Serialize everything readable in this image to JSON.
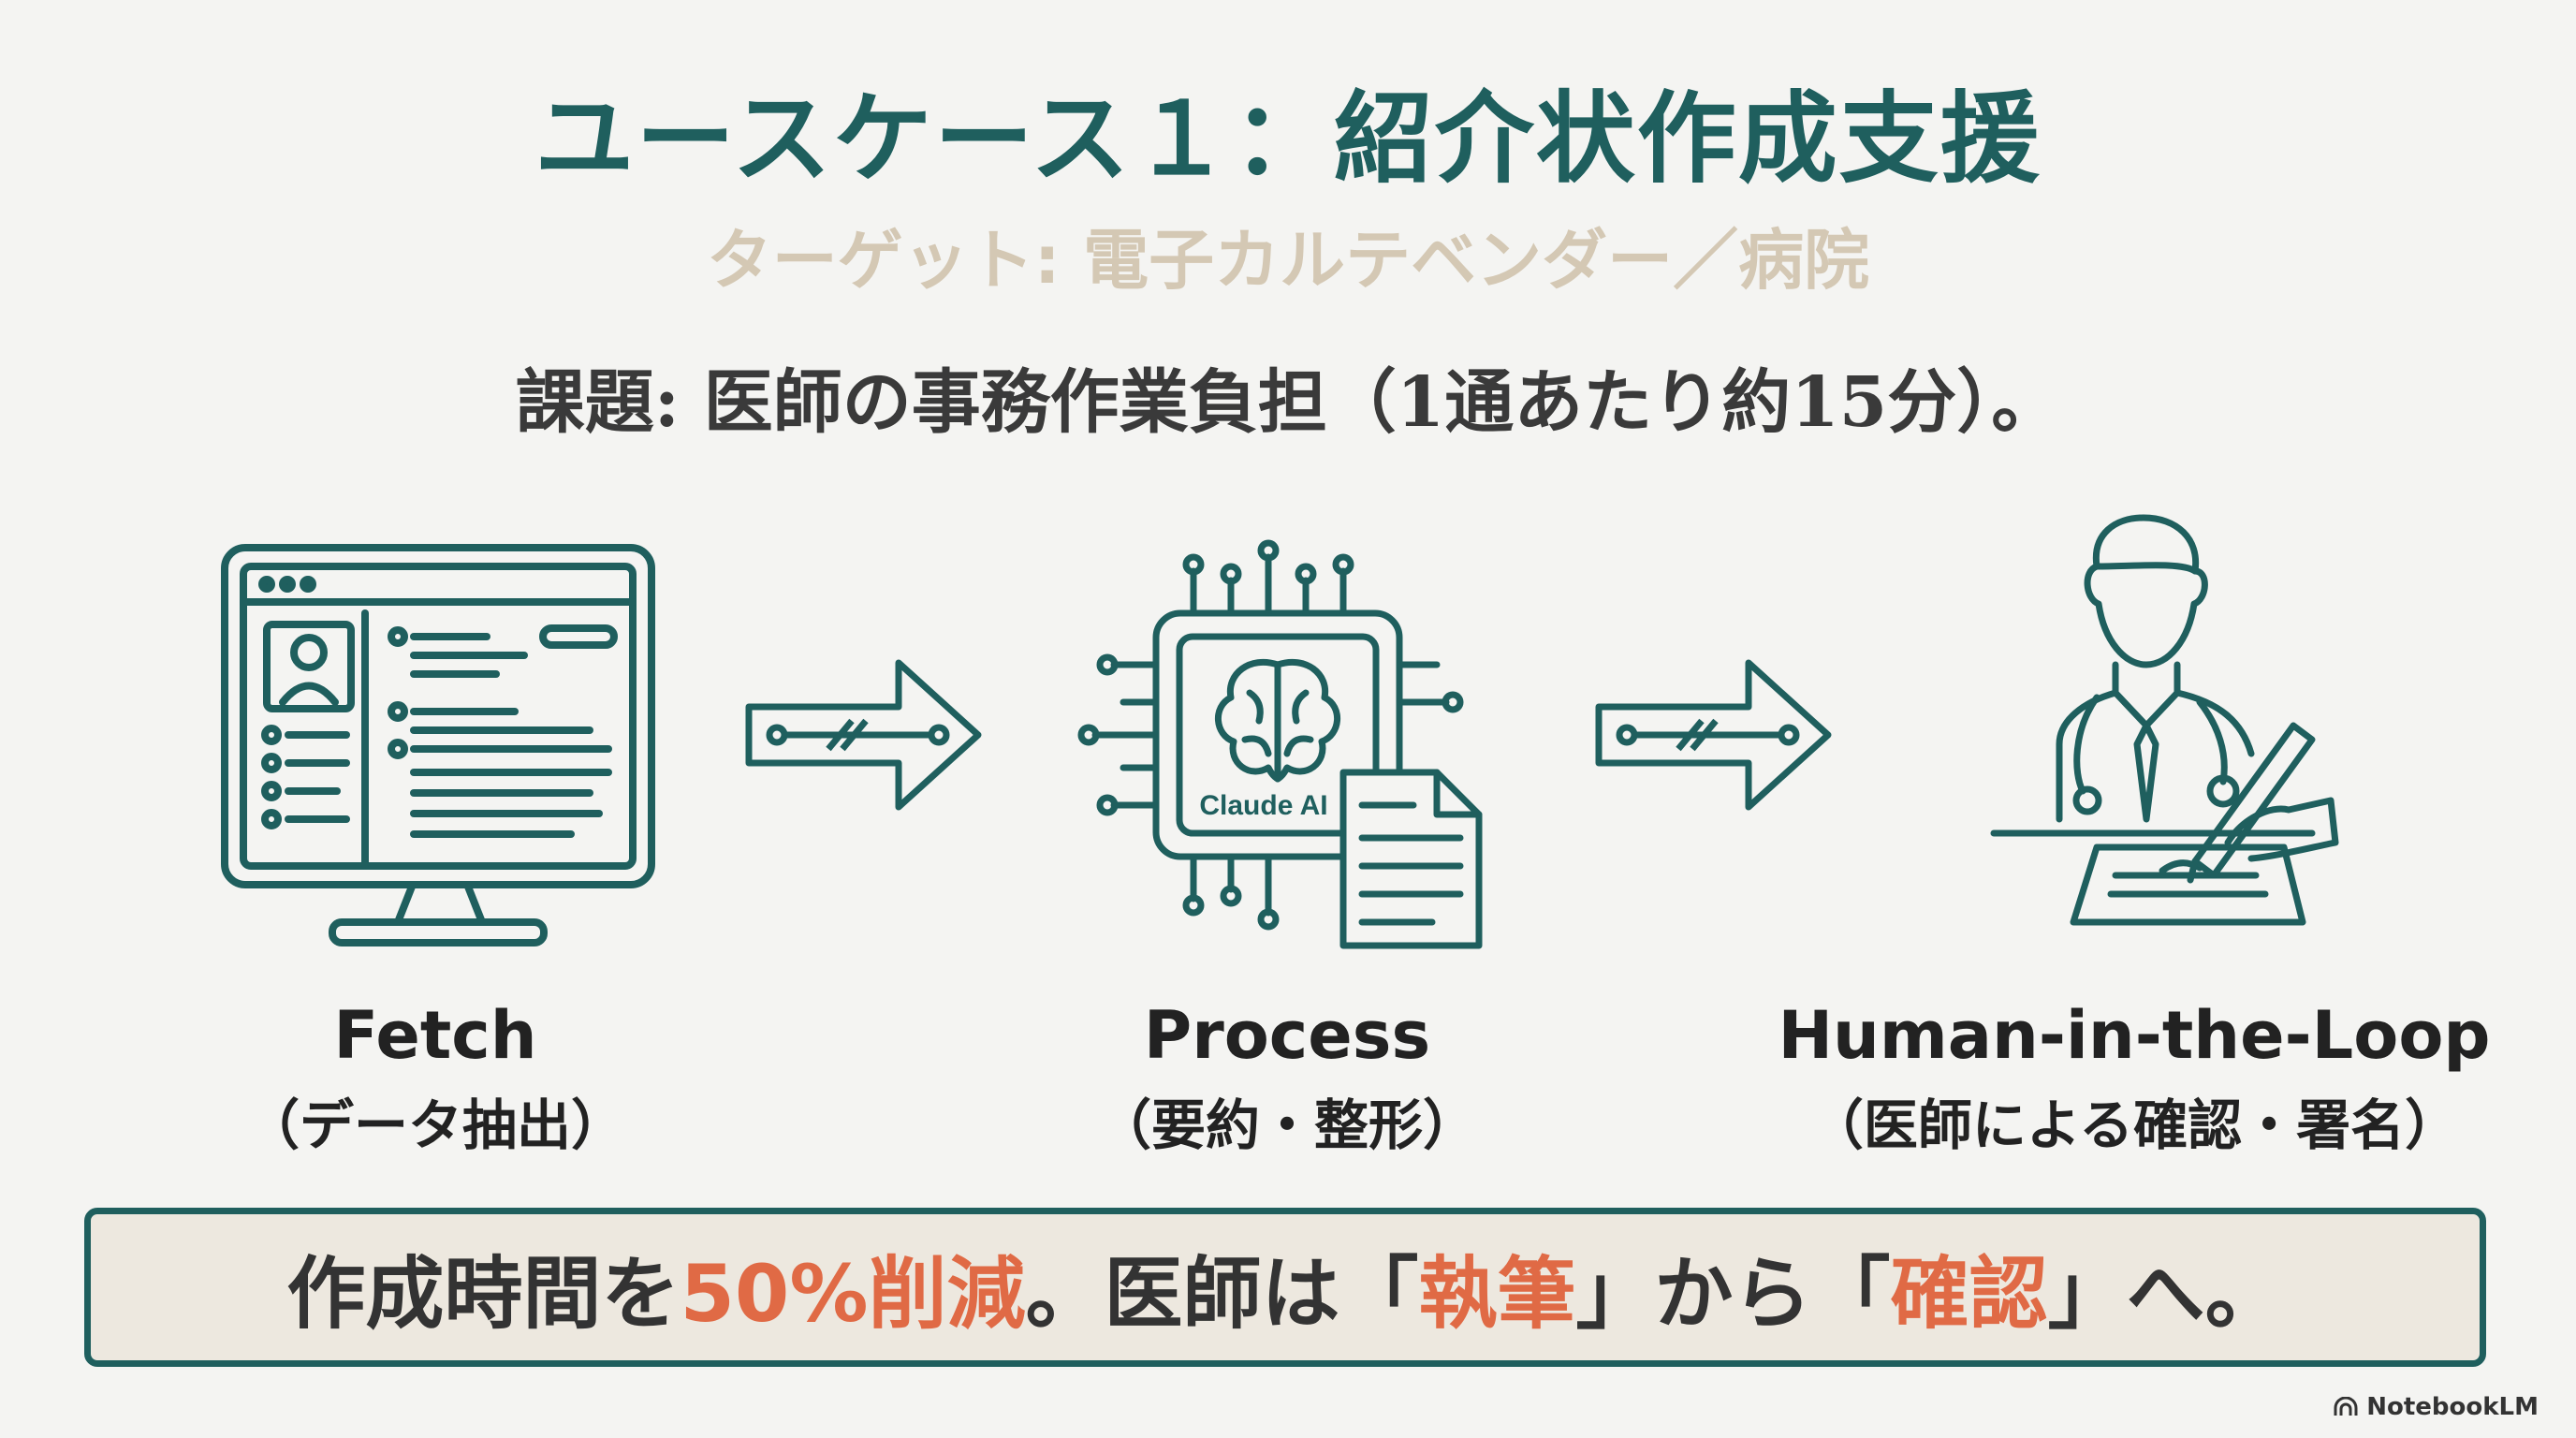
{
  "title": "ユースケース１：紹介状作成支援",
  "subtitle": "ターゲット: 電子カルテベンダー／病院",
  "issue": "課題: 医師の事務作業負担（1通あたり約15分）。",
  "steps": [
    {
      "label": "Fetch",
      "sub": "（データ抽出）"
    },
    {
      "label": "Process",
      "sub": "（要約・整形）"
    },
    {
      "label": "Human-in-the-Loop",
      "sub": "（医師による確認・署名）"
    }
  ],
  "chip_text": "Claude AI",
  "result": {
    "p1": "作成時間を",
    "hl1": "50%削減",
    "p2": "。医師は「",
    "hl2": "執筆",
    "p3": "」から「",
    "hl3": "確認",
    "p4": "」へ。"
  },
  "brand": "NotebookLM",
  "colors": {
    "accent": "#1f5f5e",
    "highlight": "#e06a45",
    "subtitle": "#d4c8b4"
  },
  "icons": [
    "monitor-icon",
    "arrow-right-icon",
    "ai-chip-icon",
    "document-icon",
    "doctor-icon",
    "pen-icon"
  ]
}
